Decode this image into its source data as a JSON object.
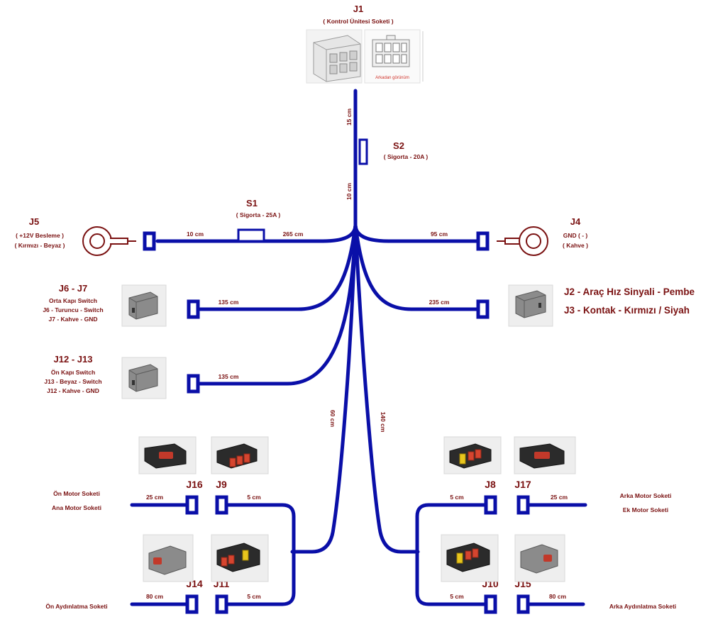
{
  "j1": {
    "label": "J1",
    "desc": "( Kontrol Ünitesi Soketi )",
    "rear_note": "Arkadan görünüm"
  },
  "s1": {
    "label": "S1",
    "desc": "( Sigorta - 25A )"
  },
  "s2": {
    "label": "S2",
    "desc": "( Sigorta - 20A )"
  },
  "j5": {
    "label": "J5",
    "line1": "( +12V Besleme )",
    "line2": "( Kırmızı - Beyaz )"
  },
  "j4": {
    "label": "J4",
    "line1": "GND ( - )",
    "line2": "( Kahve )"
  },
  "j6j7": {
    "label": "J6 - J7",
    "line1": "Orta Kapı Switch",
    "line2": "J6 - Turuncu - Switch",
    "line3": "J7 - Kahve - GND"
  },
  "j12j13": {
    "label": "J12 - J13",
    "line1": "Ön Kapı Switch",
    "line2": "J13 - Beyaz - Switch",
    "line3": "J12 - Kahve - GND"
  },
  "j2j3": {
    "line1": "J2 - Araç Hız Sinyali - Pembe",
    "line2": "J3 - Kontak - Kırmızı / Siyah"
  },
  "lengths": {
    "j1_trunk": "15 cm",
    "trunk_after_s2": "10 cm",
    "j5_a": "10 cm",
    "j5_b": "265 cm",
    "j4": "95 cm",
    "j6j7": "135 cm",
    "j12j13": "135 cm",
    "j2j3": "235 cm",
    "left_trunk": "60 cm",
    "right_trunk": "140 cm",
    "j16": "25 cm",
    "j9": "5 cm",
    "j14": "80 cm",
    "j11": "5 cm",
    "j8": "5 cm",
    "j17": "25 cm",
    "j10": "5 cm",
    "j15": "80 cm"
  },
  "bottom_left": {
    "j16": "J16",
    "j9": "J9",
    "j14": "J14",
    "j11": "J11",
    "on_motor": "Ön Motor Soketi",
    "ana_motor": "Ana Motor Soketi",
    "on_aydinlatma": "Ön Aydınlatma Soketi"
  },
  "bottom_right": {
    "j8": "J8",
    "j17": "J17",
    "j10": "J10",
    "j15": "J15",
    "arka_motor": "Arka Motor Soketi",
    "ek_motor": "Ek Motor Soketi",
    "arka_aydinlatma": "Arka Aydınlatma Soketi"
  },
  "colors": {
    "wire": "#0a0fa8",
    "label": "#7a1111",
    "note": "#d0332a"
  }
}
